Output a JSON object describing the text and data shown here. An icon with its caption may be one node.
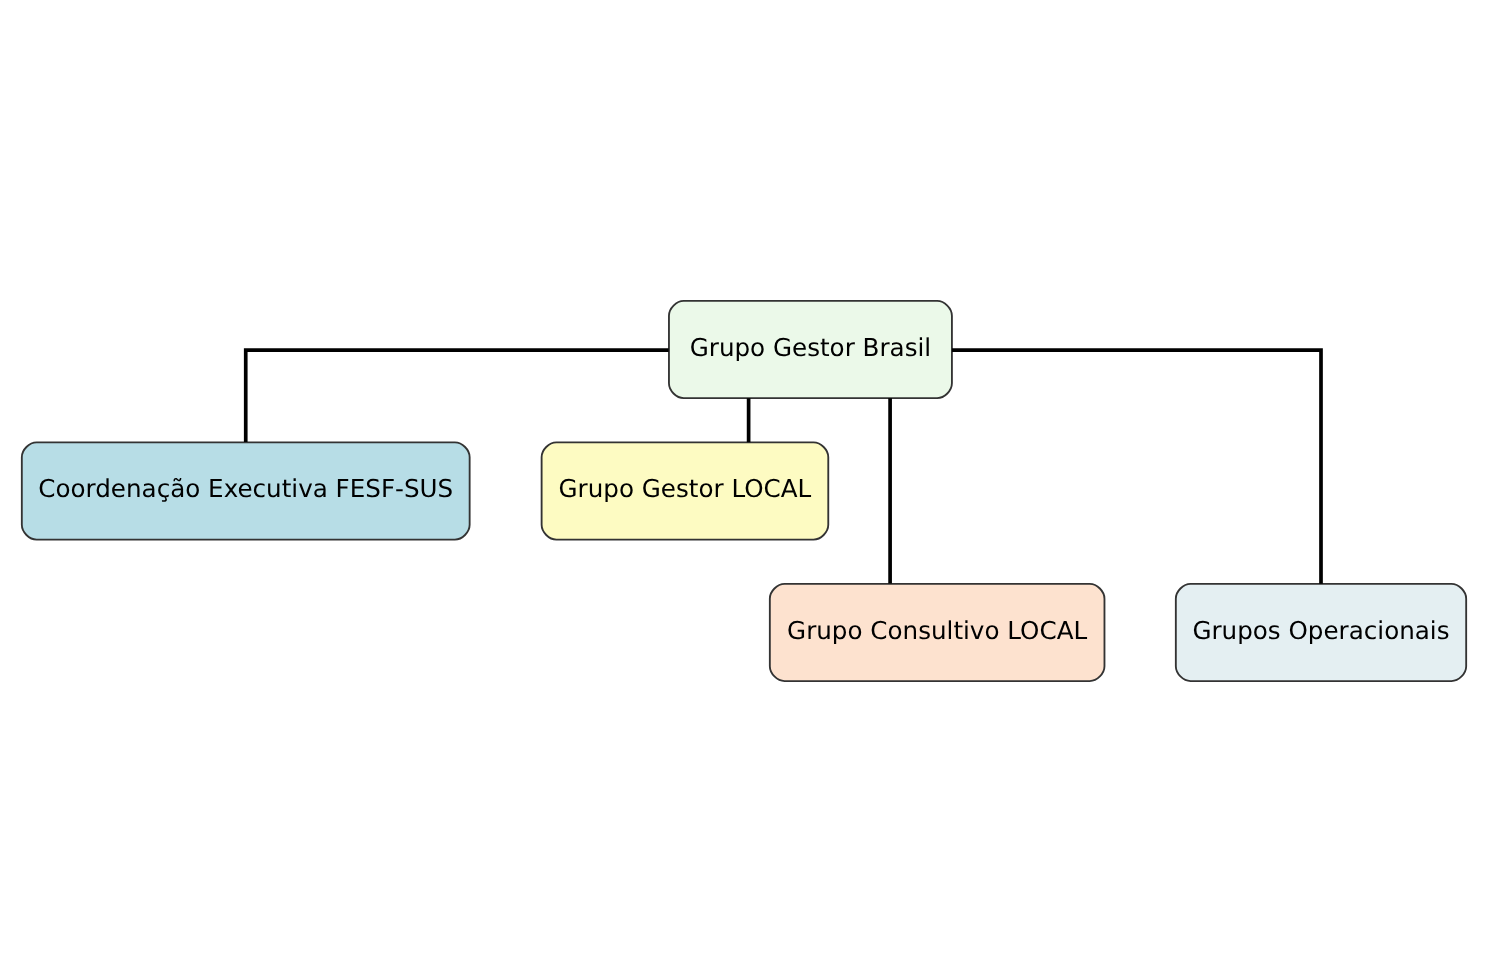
{
  "diagram": {
    "nodes": [
      {
        "text": [
          "Grupo Gestor Brasil"
        ]
      },
      {
        "text": [
          "Coordenação Executiva FESF-SUS"
        ]
      },
      {
        "text": [
          "Grupo Gestor LOCAL"
        ]
      },
      {
        "text": [
          "Grupo Consultivo LOCAL"
        ]
      },
      {
        "text": [
          "Grupos Operacionais"
        ]
      }
    ],
    "edges": [
      {
        "from": 0,
        "to": 1,
        "arrow": "none"
      },
      {
        "from": 0,
        "to": 2,
        "arrow": "none"
      },
      {
        "from": 0,
        "to": 3,
        "arrow": "none"
      },
      {
        "from": 0,
        "to": 4,
        "arrow": "none"
      }
    ]
  }
}
